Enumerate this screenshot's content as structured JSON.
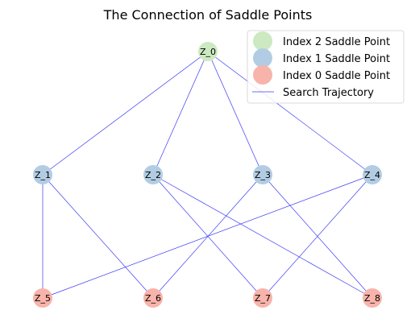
{
  "title": "The Connection of Saddle Points",
  "colors": {
    "index2": "#cce9c2",
    "index1": "#b2cde3",
    "index0": "#f8b3aa",
    "edge": "#3b3bf5"
  },
  "legend": {
    "items": [
      {
        "label": "Index 2 Saddle Point",
        "kind": "node",
        "color_key": "index2"
      },
      {
        "label": "Index 1 Saddle Point",
        "kind": "node",
        "color_key": "index1"
      },
      {
        "label": "Index 0 Saddle Point",
        "kind": "node",
        "color_key": "index0"
      },
      {
        "label": "Search Trajectory",
        "kind": "line",
        "color_key": "edge"
      }
    ]
  },
  "nodes": [
    {
      "id": "Z_0",
      "label": "Z_0",
      "index": 2
    },
    {
      "id": "Z_1",
      "label": "Z_1",
      "index": 1
    },
    {
      "id": "Z_2",
      "label": "Z_2",
      "index": 1
    },
    {
      "id": "Z_3",
      "label": "Z_3",
      "index": 1
    },
    {
      "id": "Z_4",
      "label": "Z_4",
      "index": 1
    },
    {
      "id": "Z_5",
      "label": "Z_5",
      "index": 0
    },
    {
      "id": "Z_6",
      "label": "Z_6",
      "index": 0
    },
    {
      "id": "Z_7",
      "label": "Z_7",
      "index": 0
    },
    {
      "id": "Z_8",
      "label": "Z_8",
      "index": 0
    }
  ],
  "edges": [
    [
      "Z_0",
      "Z_1"
    ],
    [
      "Z_0",
      "Z_2"
    ],
    [
      "Z_0",
      "Z_3"
    ],
    [
      "Z_0",
      "Z_4"
    ],
    [
      "Z_1",
      "Z_5"
    ],
    [
      "Z_1",
      "Z_6"
    ],
    [
      "Z_2",
      "Z_7"
    ],
    [
      "Z_2",
      "Z_8"
    ],
    [
      "Z_3",
      "Z_6"
    ],
    [
      "Z_3",
      "Z_8"
    ],
    [
      "Z_4",
      "Z_5"
    ],
    [
      "Z_4",
      "Z_7"
    ]
  ]
}
